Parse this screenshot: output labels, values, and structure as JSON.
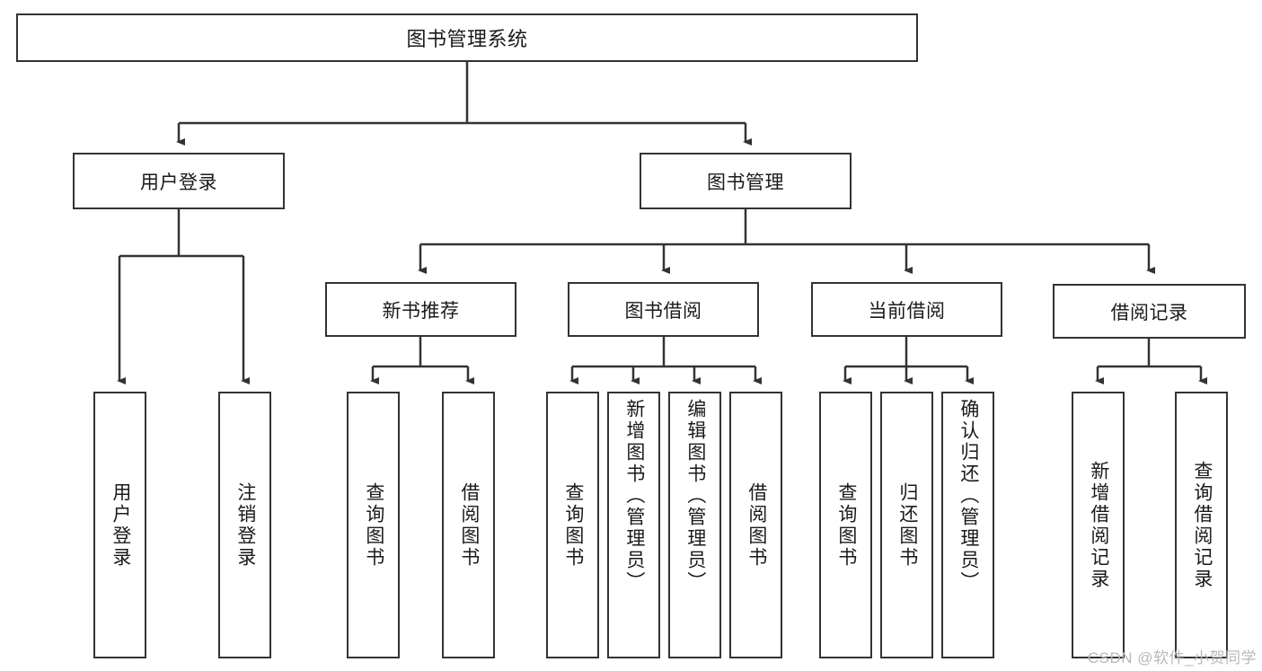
{
  "diagram": {
    "title": "图书管理系统",
    "type": "tree",
    "watermark": "CSDN @软件_小贺同学",
    "colors": {
      "stroke": "#333333",
      "fill": "#ffffff",
      "text": "#1a1a1a",
      "watermark": "#b8b8b8"
    },
    "nodes": {
      "root": {
        "label": "图书管理系统"
      },
      "level2": [
        {
          "label": "用户登录"
        },
        {
          "label": "图书管理"
        }
      ],
      "level3": [
        {
          "label": "新书推荐"
        },
        {
          "label": "图书借阅"
        },
        {
          "label": "当前借阅"
        },
        {
          "label": "借阅记录"
        }
      ],
      "leaves": {
        "user_login": [
          {
            "label": "用户登录"
          },
          {
            "label": "注销登录"
          }
        ],
        "new_books": [
          {
            "label": "查询图书"
          },
          {
            "label": "借阅图书"
          }
        ],
        "book_borrow": [
          {
            "label": "查询图书"
          },
          {
            "label": "新增图书（管理员）"
          },
          {
            "label": "编辑图书（管理员）"
          },
          {
            "label": "借阅图书"
          }
        ],
        "current_borrow": [
          {
            "label": "查询图书"
          },
          {
            "label": "归还图书"
          },
          {
            "label": "确认归还（管理员）"
          }
        ],
        "borrow_records": [
          {
            "label": "新增借阅记录"
          },
          {
            "label": "查询借阅记录"
          }
        ]
      }
    }
  }
}
